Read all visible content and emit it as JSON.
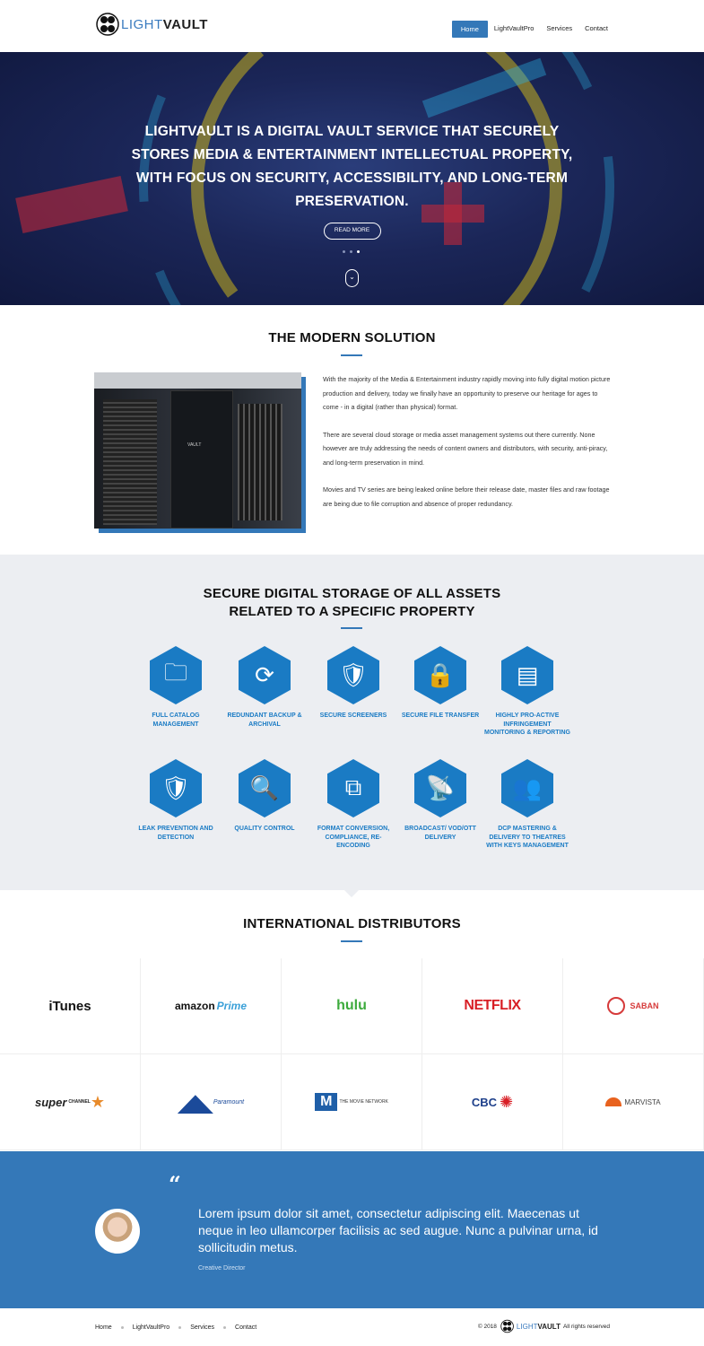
{
  "header": {
    "logo_light": "LIGHT",
    "logo_bold": "VAULT",
    "nav": [
      {
        "label": "Home",
        "active": true
      },
      {
        "label": "LightVaultPro"
      },
      {
        "label": "Services"
      },
      {
        "label": "Contact"
      }
    ]
  },
  "hero": {
    "headline": "LIGHTVAULT IS A DIGITAL VAULT SERVICE THAT SECURELY STORES MEDIA & ENTERTAINMENT INTELLECTUAL PROPERTY, WITH FOCUS ON SECURITY, ACCESSIBILITY, AND LONG-TERM PRESERVATION.",
    "button": "READ MORE",
    "slides": 3,
    "active_slide": 3,
    "scroll_icon": "chevron-down-icon"
  },
  "modern": {
    "title": "THE MODERN SOLUTION",
    "photo_label": "VAULT",
    "paragraphs": [
      "With the majority of the Media & Entertainment industry rapidly moving into fully digital motion picture production and delivery, today we finally have an opportunity to preserve our heritage for ages to come - in a digital (rather than physical) format.",
      "There are several cloud storage or media asset management systems out there currently. None however are truly addressing the needs of content owners and distributors, with security, anti-piracy, and long-term preservation in mind.",
      "Movies and TV series are being leaked online before their release date, master files and raw footage are being due to file corruption and absence of proper redundancy."
    ]
  },
  "features": {
    "title_line1": "SECURE DIGITAL STORAGE OF ALL ASSETS",
    "title_line2": "RELATED TO A SPECIFIC PROPERTY",
    "items": [
      {
        "label": "FULL CATALOG MANAGEMENT",
        "icon": "folder-network-icon"
      },
      {
        "label": "REDUNDANT BACKUP & ARCHIVAL",
        "icon": "sync-icon"
      },
      {
        "label": "SECURE SCREENERS",
        "icon": "laptop-shield-icon"
      },
      {
        "label": "SECURE FILE TRANSFER",
        "icon": "padlock-icon"
      },
      {
        "label": "HIGHLY PRO-ACTIVE INFRINGEMENT MONITORING & REPORTING",
        "icon": "browser-window-icon"
      },
      {
        "label": "LEAK PREVENTION AND DETECTION",
        "icon": "shield-lock-icon"
      },
      {
        "label": "QUALITY CONTROL",
        "icon": "cloud-magnifier-icon"
      },
      {
        "label": "FORMAT CONVERSION, COMPLIANCE, RE-ENCODING",
        "icon": "monitors-flow-icon"
      },
      {
        "label": "BROADCAST/ VOD/OTT DELIVERY",
        "icon": "broadcast-tower-icon"
      },
      {
        "label": "DCP MASTERING & DELIVERY TO THEATRES WITH KEYS MANAGEMENT",
        "icon": "theatre-audience-icon"
      }
    ]
  },
  "distributors": {
    "title": "INTERNATIONAL DISTRIBUTORS",
    "logos": [
      {
        "name": "iTunes",
        "color": "#111111"
      },
      {
        "name": "amazon",
        "suffix": "Prime",
        "color": "#111111"
      },
      {
        "name": "hulu",
        "color": "#3dab3d"
      },
      {
        "name": "NETFLIX",
        "color": "#d81f26"
      },
      {
        "name": "SABAN",
        "color": "#d63a3a"
      },
      {
        "name": "super",
        "suffix": "CHANNEL",
        "color": "#222222"
      },
      {
        "name": "Paramount",
        "color": "#1b4a9a"
      },
      {
        "name": "M",
        "suffix": "THE MOVIE NETWORK",
        "color": "#1f5fa8"
      },
      {
        "name": "CBC",
        "color": "#1d3f8a"
      },
      {
        "name": "MARVISTA",
        "color": "#444444"
      }
    ]
  },
  "testimonial": {
    "quote_mark": "“",
    "text": "Lorem ipsum dolor sit amet, consectetur adipiscing elit. Maecenas ut neque in leo ullamcorper facilisis ac sed augue. Nunc a pulvinar urna, id sollicitudin metus.",
    "role": "Creative Director"
  },
  "footer": {
    "nav": [
      "Home",
      "LightVaultPro",
      "Services",
      "Contact"
    ],
    "copyright": "© 2018",
    "rights": "All rights reserved"
  },
  "colors": {
    "accent": "#3478b8",
    "feature_blue": "#1a7bc4",
    "gray_bg": "#eceef2"
  }
}
